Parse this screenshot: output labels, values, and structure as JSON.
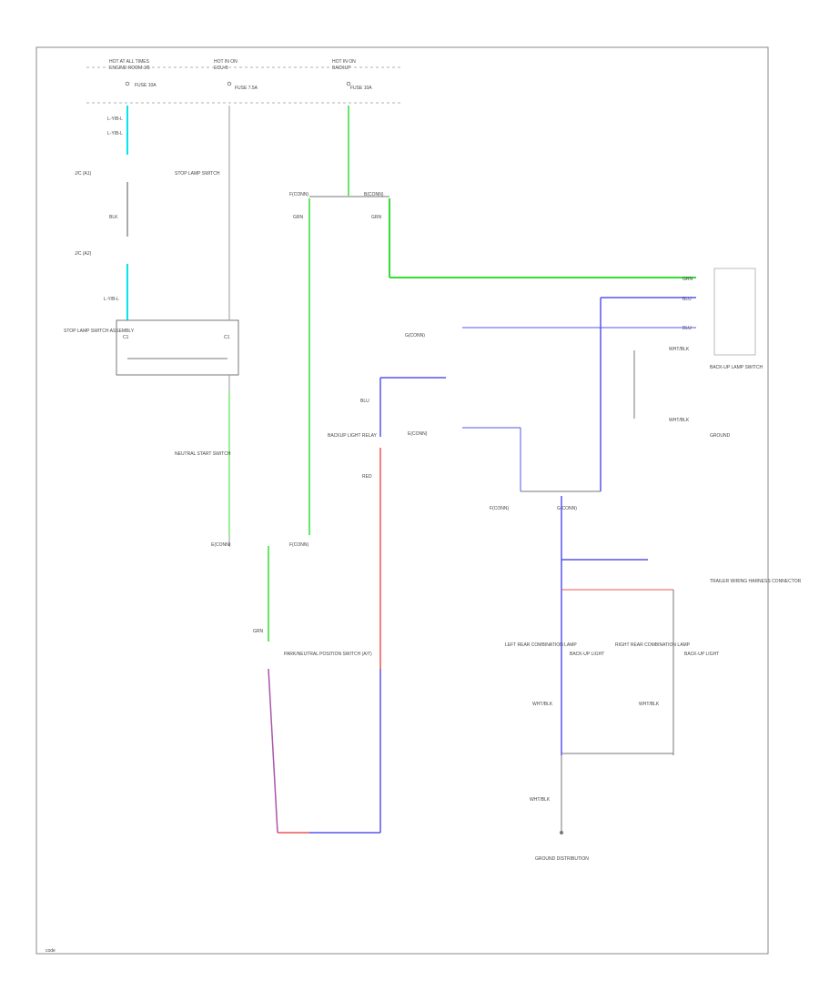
{
  "diagram": {
    "fuses": [
      {
        "title": "HOT AT ALL TIMES",
        "sub": "ENGINE ROOM J/B",
        "fuse": "FUSE 10A"
      },
      {
        "title": "HOT IN ON",
        "sub": "ECU-B",
        "fuse": "FUSE 7.5A"
      },
      {
        "title": "HOT IN ON",
        "sub": "BACKUP",
        "fuse": "FUSE 10A"
      }
    ],
    "left_block": {
      "label": "ENGINE ROOM J/B",
      "c1": "C1",
      "c2": "C1",
      "connectors": [
        "J/C (A1)",
        "J/C (A2)"
      ],
      "module": "STOP LAMP SWITCH ASSEMBLY",
      "w1": "L-Y/B-L",
      "w2": "BLK",
      "w3": "L-Y/B-L"
    },
    "mid": {
      "sw1": "STOP LAMP SWITCH",
      "sw2": "NEUTRAL START SWITCH",
      "wire_grn": "GRN",
      "wire_grn2": "GRN",
      "wire_grn3": "GRN"
    },
    "splices": [
      "E(CONN)",
      "F(CONN)",
      "B(CONN)",
      "G(CONN)",
      "E(CONN)",
      "F(CONN)"
    ],
    "backup_switch": {
      "label": "BACK-UP LAMP SWITCH",
      "wires": [
        "GRN",
        "BLU",
        "BLU",
        "WHT/BLK"
      ],
      "ground": "GROUND"
    },
    "relay": {
      "label": "BACKUP LIGHT RELAY",
      "wire_top": "BLU",
      "wire_red": "RED"
    },
    "lamps": [
      {
        "label": "LEFT REAR COMBINATION LAMP",
        "note": "BACK-UP LIGHT",
        "wire": "WHT/BLK"
      },
      {
        "label": "RIGHT REAR COMBINATION LAMP",
        "note": "BACK-UP LIGHT",
        "wire": "WHT/BLK"
      }
    ],
    "trailer_module": "TRAILER WIRING HARNESS CONNECTOR",
    "bottom_ground": {
      "wire": "WHT/BLK",
      "label": "GROUND DISTRIBUTION"
    },
    "neutral_switch": "PARK/NEUTRAL POSITION SWITCH (A/T)",
    "wire_colors": {
      "cyan": "#00e5ee",
      "green": "#33dd33",
      "blue": "#5555ee",
      "red": "#ee5555",
      "purple": "#aa55aa",
      "black": "#333333"
    },
    "footer": "code"
  }
}
